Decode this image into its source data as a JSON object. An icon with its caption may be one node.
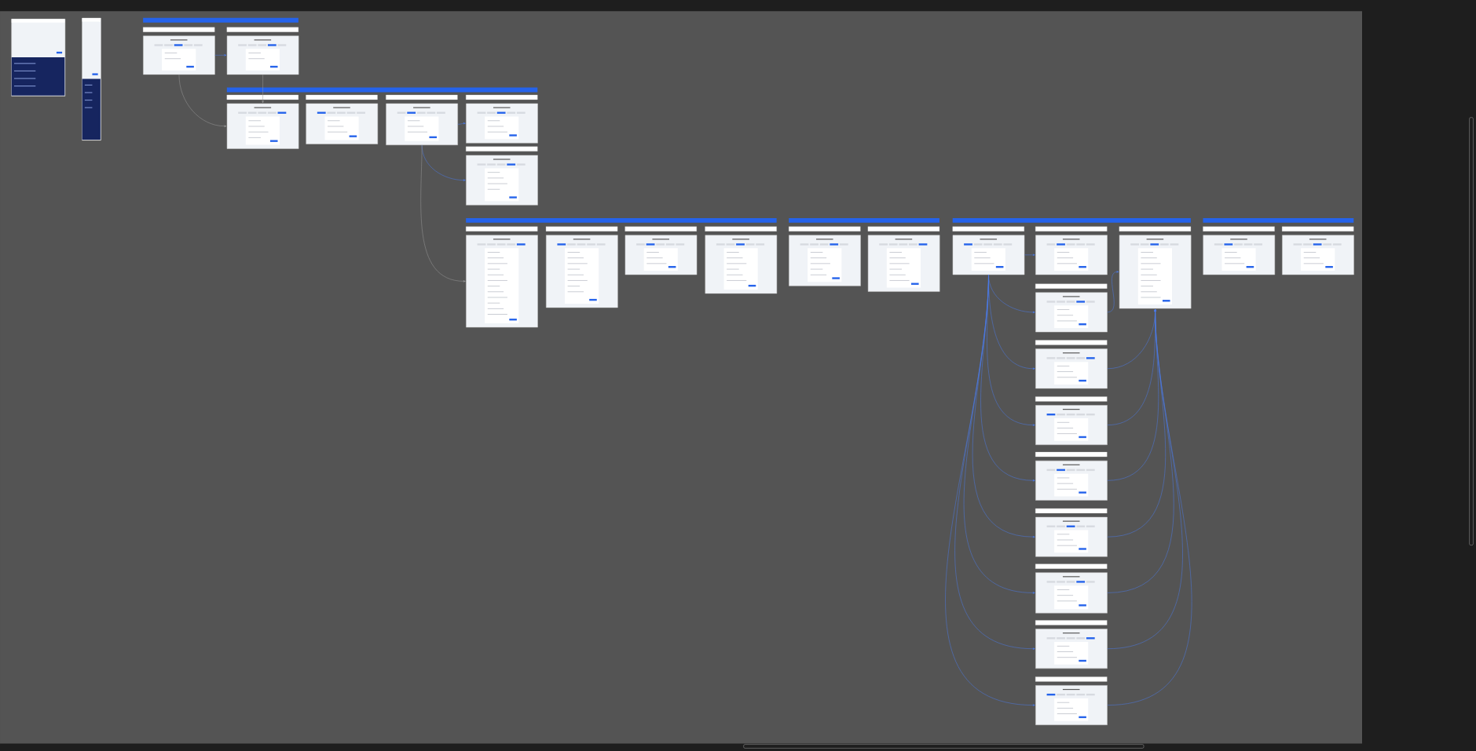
{
  "diagram": {
    "nodes": [
      {
        "text": [],
        "shape": "picture"
      },
      {
        "text": [],
        "shape": "picture"
      },
      {
        "text": [],
        "shape": "picture"
      },
      {
        "text": [],
        "shape": "picture"
      },
      {
        "text": [],
        "shape": "picture"
      },
      {
        "text": [],
        "shape": "picture"
      },
      {
        "text": [],
        "shape": "picture"
      },
      {
        "text": [],
        "shape": "picture"
      },
      {
        "text": [],
        "shape": "picture"
      },
      {
        "text": [],
        "shape": "picture"
      },
      {
        "text": [],
        "shape": "picture"
      },
      {
        "text": [],
        "shape": "picture"
      },
      {
        "text": [],
        "shape": "picture"
      },
      {
        "text": [],
        "shape": "picture"
      },
      {
        "text": [],
        "shape": "picture"
      },
      {
        "text": [],
        "shape": "picture"
      },
      {
        "text": [],
        "shape": "picture"
      },
      {
        "text": [],
        "shape": "picture"
      },
      {
        "text": [],
        "shape": "picture"
      },
      {
        "text": [],
        "shape": "picture"
      },
      {
        "text": [],
        "shape": "picture"
      },
      {
        "text": [],
        "shape": "picture"
      },
      {
        "text": [],
        "shape": "picture"
      },
      {
        "text": [],
        "shape": "picture"
      },
      {
        "text": [],
        "shape": "picture"
      },
      {
        "text": [],
        "shape": "picture"
      },
      {
        "text": [],
        "shape": "picture"
      },
      {
        "text": [],
        "shape": "picture"
      }
    ],
    "edges": [
      {
        "from": 2,
        "to": 3,
        "arrow": "to"
      },
      {
        "from": 2,
        "to": 4,
        "arrow": "to",
        "color": "#9a9a9a"
      },
      {
        "from": 3,
        "to": 4,
        "arrow": "to",
        "color": "#9a9a9a"
      },
      {
        "from": 6,
        "to": 7,
        "arrow": "to"
      },
      {
        "from": 6,
        "to": 8,
        "arrow": "to"
      },
      {
        "from": 6,
        "to": 9,
        "arrow": "to",
        "color": "#9a9a9a"
      },
      {
        "from": 15,
        "to": 16,
        "arrow": "to"
      },
      {
        "from": 15,
        "to": 18,
        "arrow": "to"
      },
      {
        "from": 15,
        "to": 19,
        "arrow": "to"
      },
      {
        "from": 15,
        "to": 20,
        "arrow": "to"
      },
      {
        "from": 15,
        "to": 21,
        "arrow": "to"
      },
      {
        "from": 15,
        "to": 22,
        "arrow": "to"
      },
      {
        "from": 15,
        "to": 23,
        "arrow": "to"
      },
      {
        "from": 15,
        "to": 24,
        "arrow": "to"
      },
      {
        "from": 15,
        "to": 25,
        "arrow": "to"
      },
      {
        "from": 18,
        "to": 17,
        "arrow": "to"
      },
      {
        "from": 19,
        "to": 17,
        "arrow": "to"
      },
      {
        "from": 20,
        "to": 17,
        "arrow": "to"
      },
      {
        "from": 21,
        "to": 17,
        "arrow": "to"
      },
      {
        "from": 22,
        "to": 17,
        "arrow": "to"
      },
      {
        "from": 23,
        "to": 17,
        "arrow": "to"
      },
      {
        "from": 24,
        "to": 17,
        "arrow": "to"
      },
      {
        "from": 25,
        "to": 17,
        "arrow": "to"
      }
    ]
  }
}
